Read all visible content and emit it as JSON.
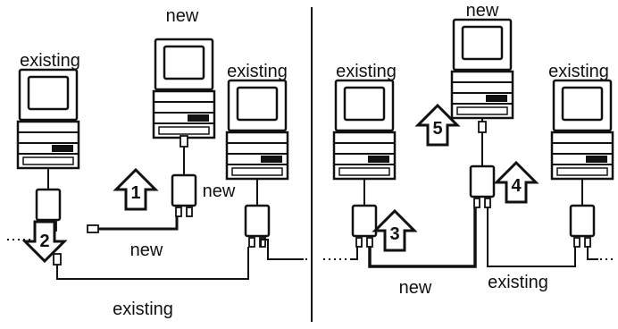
{
  "labels": {
    "left_pc_top": "existing",
    "new_pc_top_left": "new",
    "right_pc_top_left": "existing",
    "new_adapter": "new",
    "new_cable_left": "new",
    "existing_cable_left": "existing",
    "pc_left_right": "existing",
    "new_pc_top_right": "new",
    "pc_right_right": "existing",
    "new_cable_right": "new",
    "existing_cable_right": "existing"
  },
  "steps": {
    "s1": "1",
    "s2": "2",
    "s3": "3",
    "s4": "4",
    "s5": "5"
  },
  "icons": {
    "computer": "macintosh-computer-icon",
    "adapter": "network-connector-box-icon",
    "arrow_up": "up-arrow-icon",
    "arrow_down": "down-arrow-icon"
  }
}
